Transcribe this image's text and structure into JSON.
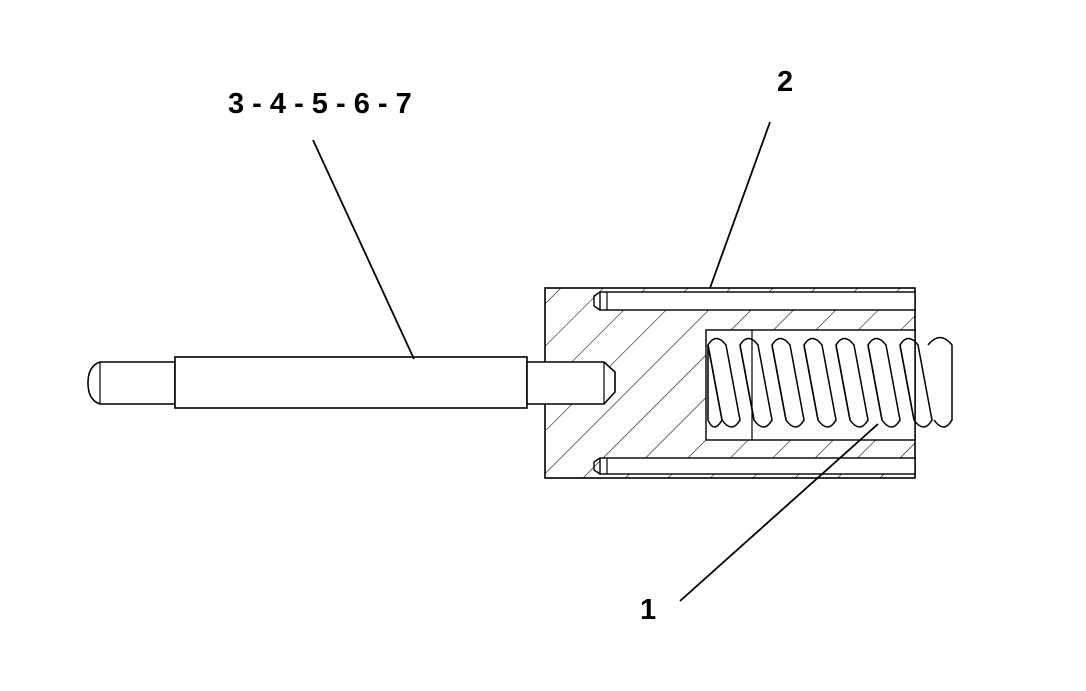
{
  "callouts": {
    "pin": "3 - 4 - 5 - 6 - 7",
    "housing": "2",
    "spring": "1"
  },
  "colors": {
    "line": "#000000",
    "background": "#ffffff"
  }
}
